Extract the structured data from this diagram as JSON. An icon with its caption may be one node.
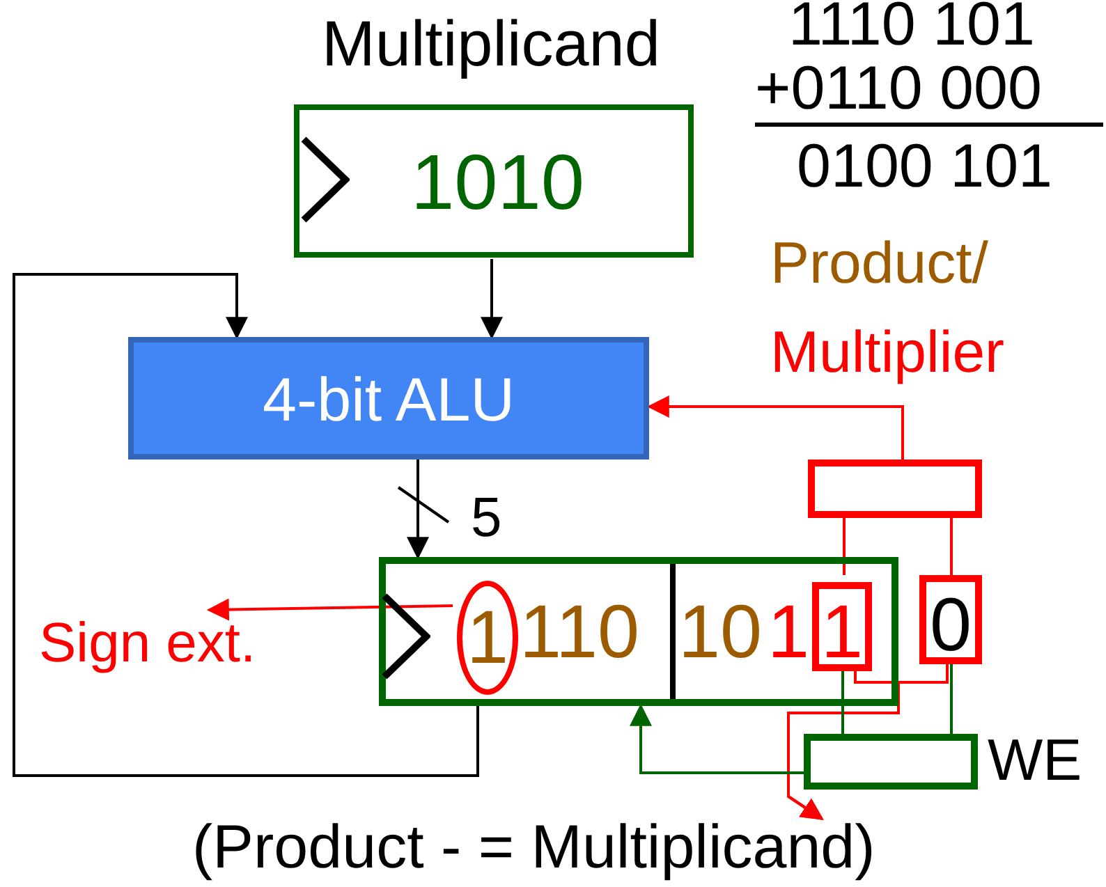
{
  "diagram": {
    "nodes": [
      {
        "text": [
          "Multiplicand",
          "1010"
        ]
      },
      {
        "text": [
          "4-bit ALU"
        ]
      },
      {
        "text": [
          "110",
          "10",
          "1"
        ]
      },
      {
        "text": [
          "1"
        ],
        "in": 2
      },
      {
        "text": [
          "1"
        ],
        "in": 2
      },
      {
        "text": [
          "0"
        ]
      },
      {
        "text": [],
        "shape": "box"
      },
      {
        "text": [
          "Sign ext."
        ]
      },
      {
        "text": [],
        "shape": "box",
        "beside": [
          "WE"
        ]
      },
      {
        "text": [
          "(Product - = Multiplicand)"
        ]
      }
    ],
    "edges": [
      {
        "from": 0,
        "to": 1,
        "arrow": "to",
        "color": "#000000"
      },
      {
        "from": 2,
        "to": 1,
        "arrow": "to",
        "color": "#000000"
      },
      {
        "from": 1,
        "to": 2,
        "arrow": "to",
        "color": "#000000"
      },
      {
        "from": 6,
        "to": 1,
        "arrow": "to",
        "color": "#ff0000"
      },
      {
        "from": 4,
        "to": 6,
        "arrow": "none",
        "color": "#ff0000"
      },
      {
        "from": 5,
        "to": 6,
        "arrow": "none",
        "color": "#ff0000"
      },
      {
        "from": 3,
        "to": 7,
        "arrow": "to",
        "color": "#ff0000"
      },
      {
        "from": 4,
        "to": 9,
        "arrow": "to",
        "color": "#ff0000"
      },
      {
        "from": 5,
        "to": 9,
        "arrow": "to",
        "color": "#ff0000"
      },
      {
        "from": 4,
        "to": 8,
        "arrow": "none",
        "color": "#006400"
      },
      {
        "from": 5,
        "to": 8,
        "arrow": "none",
        "color": "#006400"
      },
      {
        "from": 8,
        "to": 2,
        "arrow": "to",
        "color": "#006400"
      }
    ],
    "labels": [
      "1110 101",
      "+0110 000",
      "0100 101",
      "Product/",
      "Multiplier",
      "5"
    ]
  }
}
